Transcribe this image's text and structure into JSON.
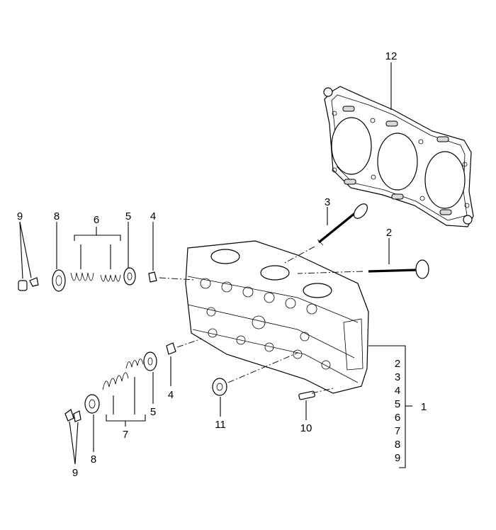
{
  "callouts": {
    "c12": "12",
    "c3": "3",
    "c2": "2",
    "c9_top": "9",
    "c8_top": "8",
    "c6": "6",
    "c5_top": "5",
    "c4_top": "4",
    "c4_mid": "4",
    "c5_bot": "5",
    "c7": "7",
    "c8_bot": "8",
    "c9_bot": "9",
    "c11": "11",
    "c10": "10",
    "c1": "1"
  },
  "includes_list": [
    "2",
    "3",
    "4",
    "5",
    "6",
    "7",
    "8",
    "9"
  ]
}
